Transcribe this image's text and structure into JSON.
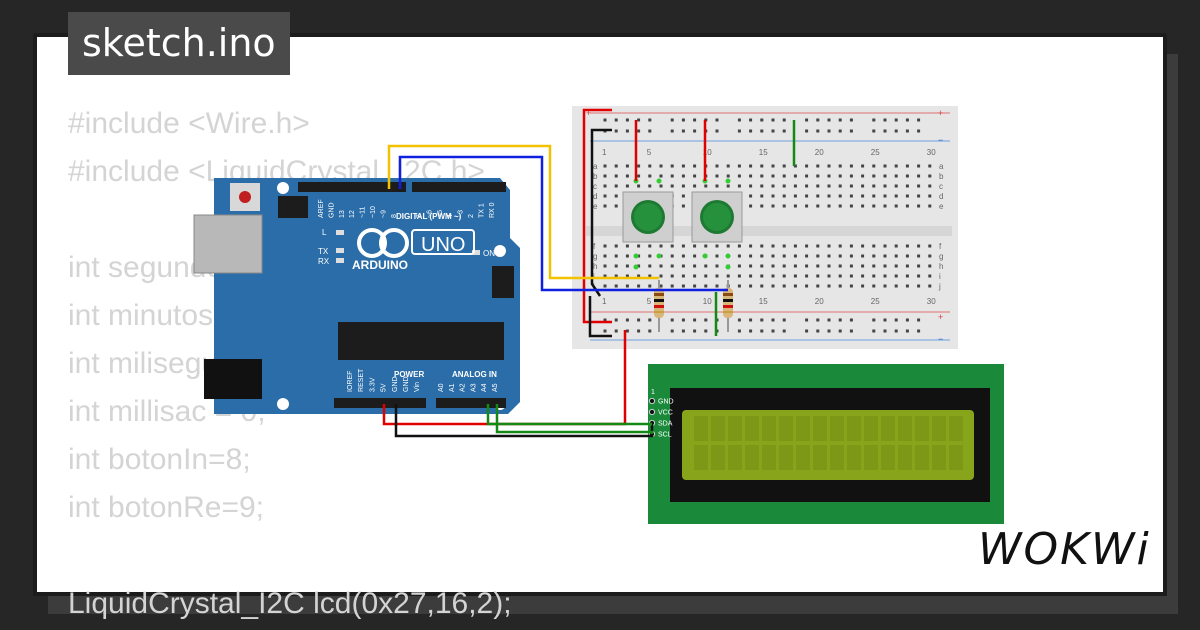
{
  "file_title": "sketch.ino",
  "code_lines": [
    "#include <Wire.h>",
    "#include <LiquidCrystal_I2C.h>",
    "",
    "int segundos=0;",
    "int minutos=0;",
    "int milisegundos=0;",
    "int millisac = 0;",
    "int botonIn=8;",
    "int botonRe=9;",
    "",
    "LiquidCrystal_I2C lcd(0x27,16,2);"
  ],
  "arduino": {
    "brand": "ARDUINO",
    "model": "UNO",
    "digital_label": "DIGITAL (PWM ~)",
    "power_label": "POWER",
    "analog_label": "ANALOG IN",
    "on_label": "ON",
    "l_label": "L",
    "tx_label": "TX",
    "rx_label": "RX",
    "digital_pins": [
      "AREF",
      "GND",
      "13",
      "12",
      "~11",
      "~10",
      "~9",
      "8",
      "7",
      "~6",
      "~5",
      "4",
      "~3",
      "2",
      "TX 1",
      "RX 0"
    ],
    "power_pins": [
      "IOREF",
      "RESET",
      "3.3V",
      "5V",
      "GND",
      "GND",
      "Vin"
    ],
    "analog_pins": [
      "A0",
      "A1",
      "A2",
      "A3",
      "A4",
      "A5"
    ]
  },
  "breadboard": {
    "plus": "+",
    "minus": "−",
    "top_numbers": [
      "1",
      "5",
      "10",
      "15",
      "20",
      "25",
      "30"
    ],
    "bottom_numbers": [
      "1",
      "5",
      "10",
      "15",
      "20",
      "25",
      "30"
    ],
    "row_letters_top": [
      "a",
      "b",
      "c",
      "d",
      "e"
    ],
    "row_letters_bottom": [
      "f",
      "g",
      "h",
      "i",
      "j"
    ]
  },
  "lcd": {
    "pin1": "1",
    "pins": [
      "GND",
      "VCC",
      "SDA",
      "SCL"
    ]
  },
  "wokwi_logo": "WOKWi",
  "colors": {
    "board": "#2b6da8",
    "lcd_pcb": "#1a8a3a",
    "lcd_screen": "#88a41a",
    "button": "#1e7a32",
    "wire_red": "#e00000",
    "wire_black": "#111111",
    "wire_yellow": "#f2c200",
    "wire_blue": "#1020e0",
    "wire_green": "#148a14"
  }
}
